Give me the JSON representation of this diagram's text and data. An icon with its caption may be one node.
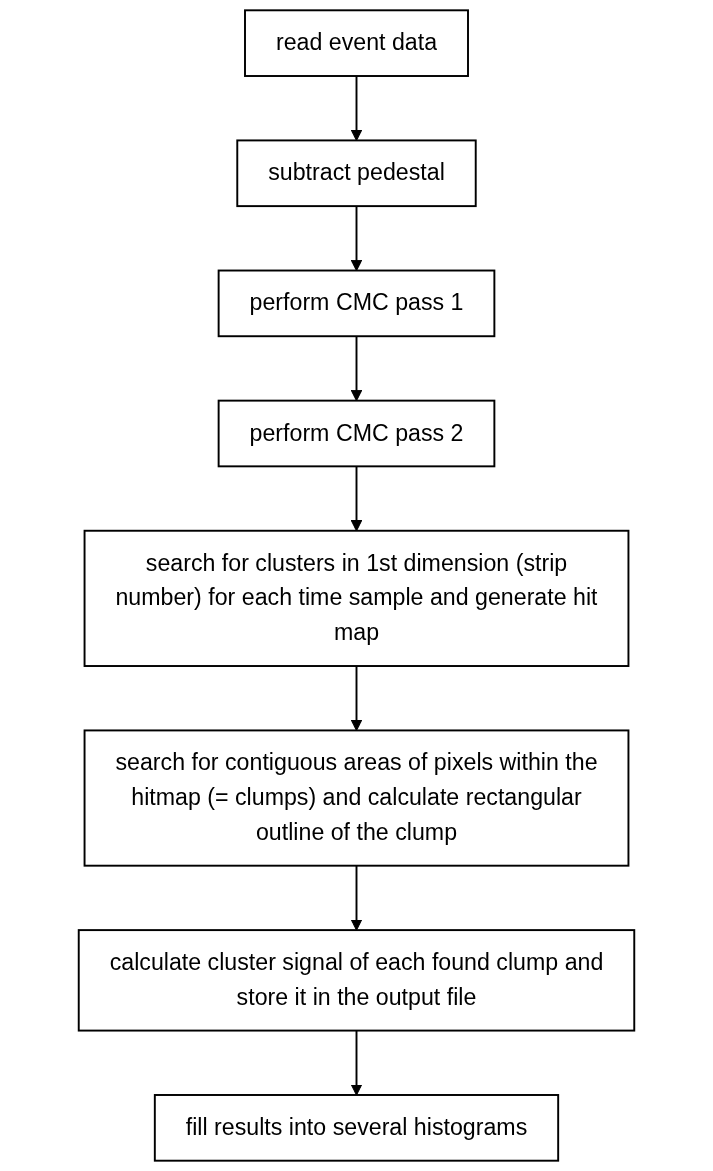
{
  "diagram": {
    "nodes": [
      {
        "text": [
          "read event data"
        ]
      },
      {
        "text": [
          "subtract pedestal"
        ]
      },
      {
        "text": [
          "perform CMC pass 1"
        ]
      },
      {
        "text": [
          "perform CMC pass 2"
        ]
      },
      {
        "text": [
          "search for clusters in 1st dimension (strip number) for each time sample and generate hit map"
        ]
      },
      {
        "text": [
          "search for contiguous areas of pixels within the hitmap (= clumps) and calculate rectangular outline of the clump"
        ]
      },
      {
        "text": [
          "calculate cluster signal of each found clump and store it in the output file"
        ]
      },
      {
        "text": [
          "fill results into several histograms"
        ]
      }
    ],
    "edges": [
      {
        "from": 0,
        "to": 1,
        "arrow": "to"
      },
      {
        "from": 1,
        "to": 2,
        "arrow": "to"
      },
      {
        "from": 2,
        "to": 3,
        "arrow": "to"
      },
      {
        "from": 3,
        "to": 4,
        "arrow": "to"
      },
      {
        "from": 4,
        "to": 5,
        "arrow": "to"
      },
      {
        "from": 5,
        "to": 6,
        "arrow": "to"
      },
      {
        "from": 6,
        "to": 7,
        "arrow": "to"
      }
    ]
  }
}
